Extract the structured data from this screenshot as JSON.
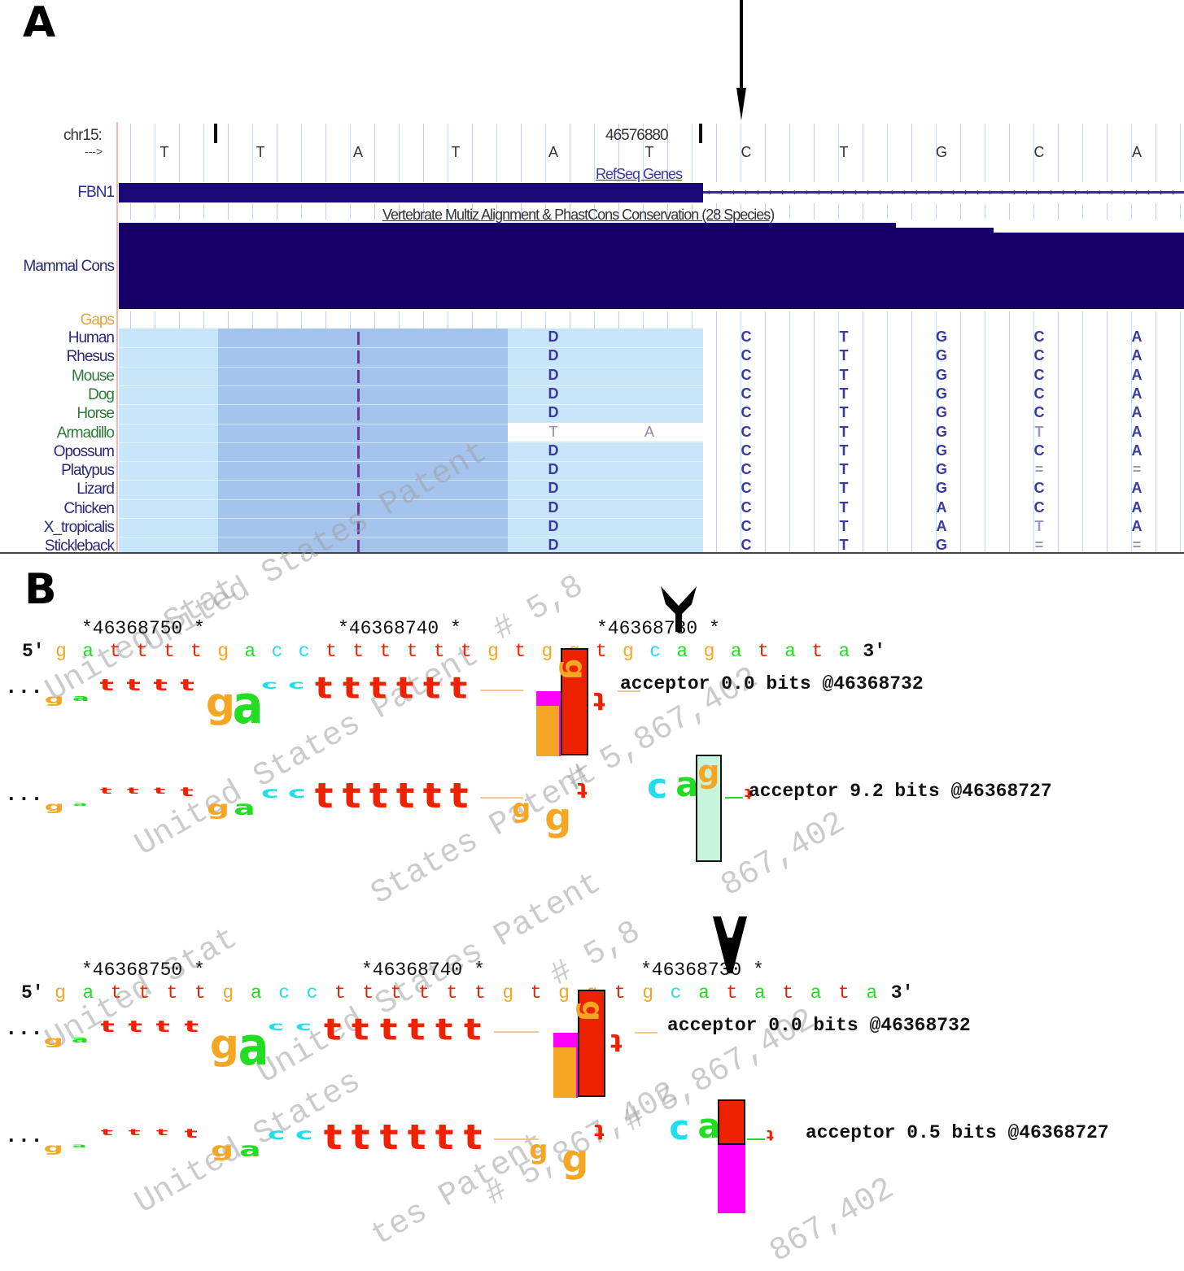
{
  "panelA": {
    "label": "A",
    "chrom_label": "chr15:",
    "strand_label": "--->",
    "position_label": "46576880",
    "top_bases": [
      "T",
      "T",
      "A",
      "T",
      "A",
      "T",
      "C",
      "T",
      "G",
      "C",
      "A"
    ],
    "tracks": {
      "refseq_title": "RefSeq Genes",
      "gene_name": "FBN1",
      "conservation_title": "Vertebrate Multiz Alignment & PhastCons Conservation (28 Species)",
      "mammal_cons_label": "Mammal Cons",
      "gaps_label": "Gaps"
    },
    "species": [
      {
        "name": "Human",
        "color": "#2a2a7a"
      },
      {
        "name": "Rhesus",
        "color": "#2a2a7a"
      },
      {
        "name": "Mouse",
        "color": "#2e7a3a"
      },
      {
        "name": "Dog",
        "color": "#2e7a3a"
      },
      {
        "name": "Horse",
        "color": "#2e7a3a"
      },
      {
        "name": "Armadillo",
        "color": "#2e7a3a"
      },
      {
        "name": "Opossum",
        "color": "#2a2a7a"
      },
      {
        "name": "Platypus",
        "color": "#2a2a7a"
      },
      {
        "name": "Lizard",
        "color": "#2a2a7a"
      },
      {
        "name": "Chicken",
        "color": "#2a2a7a"
      },
      {
        "name": "X_tropicalis",
        "color": "#2a2a7a"
      },
      {
        "name": "Stickleback",
        "color": "#2a2a7a"
      }
    ],
    "alignment_columns": [
      [
        "D",
        "D",
        "D",
        "D",
        "D",
        "T",
        "D",
        "D",
        "D",
        "D",
        "D",
        "D"
      ],
      [
        "",
        "",
        "",
        "",
        "",
        "A",
        "",
        "",
        "",
        "",
        "",
        ""
      ],
      [
        "C",
        "C",
        "C",
        "C",
        "C",
        "C",
        "C",
        "C",
        "C",
        "C",
        "C",
        "C"
      ],
      [
        "T",
        "T",
        "T",
        "T",
        "T",
        "T",
        "T",
        "T",
        "T",
        "T",
        "T",
        "T"
      ],
      [
        "G",
        "G",
        "G",
        "G",
        "G",
        "G",
        "G",
        "G",
        "G",
        "A",
        "A",
        "G"
      ],
      [
        "C",
        "C",
        "C",
        "C",
        "C",
        "T",
        "C",
        "=",
        "C",
        "C",
        "T",
        "="
      ],
      [
        "A",
        "A",
        "A",
        "A",
        "A",
        "A",
        "A",
        "=",
        "A",
        "A",
        "A",
        "="
      ]
    ],
    "colors": {
      "gene": "#1a0a78",
      "cons": "#160068",
      "aln_light": "#c8e6fa",
      "aln_dark": "#a4c4ee",
      "gaps_label": "#e8a040"
    }
  },
  "panelB": {
    "label": "B",
    "watermark_texts": [
      "United States Patent # 5,867,402"
    ],
    "blocks": [
      {
        "positions": [
          "*46368750 *",
          "*46368740 *",
          "*46368730 *"
        ],
        "prime5": "5′",
        "prime3": "3′",
        "sequence": [
          "g",
          "a",
          "t",
          "t",
          "t",
          "t",
          "g",
          "a",
          "c",
          "c",
          "t",
          "t",
          "t",
          "t",
          "t",
          "t",
          "g",
          "t",
          "g",
          "g",
          "t",
          "g",
          "c",
          "a",
          "g",
          "a",
          "t",
          "a",
          "t",
          "a"
        ],
        "acceptors": [
          {
            "text": "acceptor 0.0 bits @46368732"
          },
          {
            "text": "acceptor 9.2 bits @46368727"
          }
        ]
      },
      {
        "positions": [
          "*46368750 *",
          "*46368740 *",
          "*46368730 *"
        ],
        "prime5": "5′",
        "prime3": "3′",
        "sequence": [
          "g",
          "a",
          "t",
          "t",
          "t",
          "t",
          "g",
          "a",
          "c",
          "c",
          "t",
          "t",
          "t",
          "t",
          "t",
          "t",
          "g",
          "t",
          "g",
          "g",
          "t",
          "g",
          "c",
          "a",
          "t",
          "a",
          "t",
          "a",
          "t",
          "a"
        ],
        "acceptors": [
          {
            "text": "acceptor 0.0 bits @46368732"
          },
          {
            "text": "acceptor 0.5 bits @46368727"
          }
        ]
      }
    ],
    "ellipsis": "...",
    "base_colors": {
      "g": "#f5a623",
      "a": "#22dd22",
      "t": "#ee2200",
      "c": "#22ddee"
    }
  }
}
